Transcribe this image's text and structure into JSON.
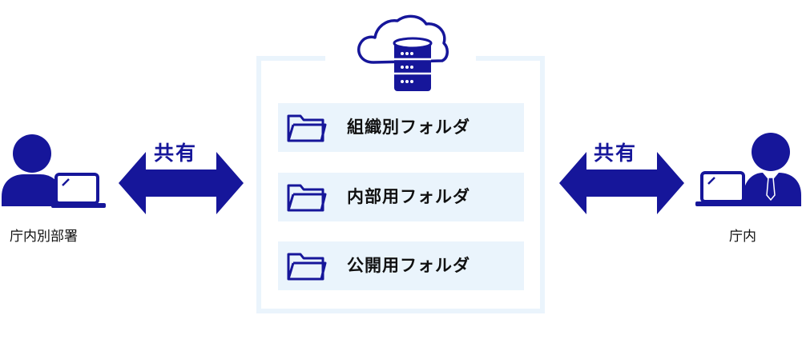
{
  "colors": {
    "navy": "#16169a",
    "panel": "#eaf4fc",
    "text": "#111111"
  },
  "left_node": {
    "label": "庁内別部署",
    "icon": "person-laptop-icon"
  },
  "right_node": {
    "label": "庁内",
    "icon": "businessperson-laptop-icon"
  },
  "left_link": {
    "label": "共有"
  },
  "right_link": {
    "label": "共有"
  },
  "storage": {
    "icon": "cloud-database-icon"
  },
  "folders": [
    {
      "label": "組織別フォルダ",
      "icon": "folder-icon"
    },
    {
      "label": "内部用フォルダ",
      "icon": "folder-icon"
    },
    {
      "label": "公開用フォルダ",
      "icon": "folder-icon"
    }
  ]
}
